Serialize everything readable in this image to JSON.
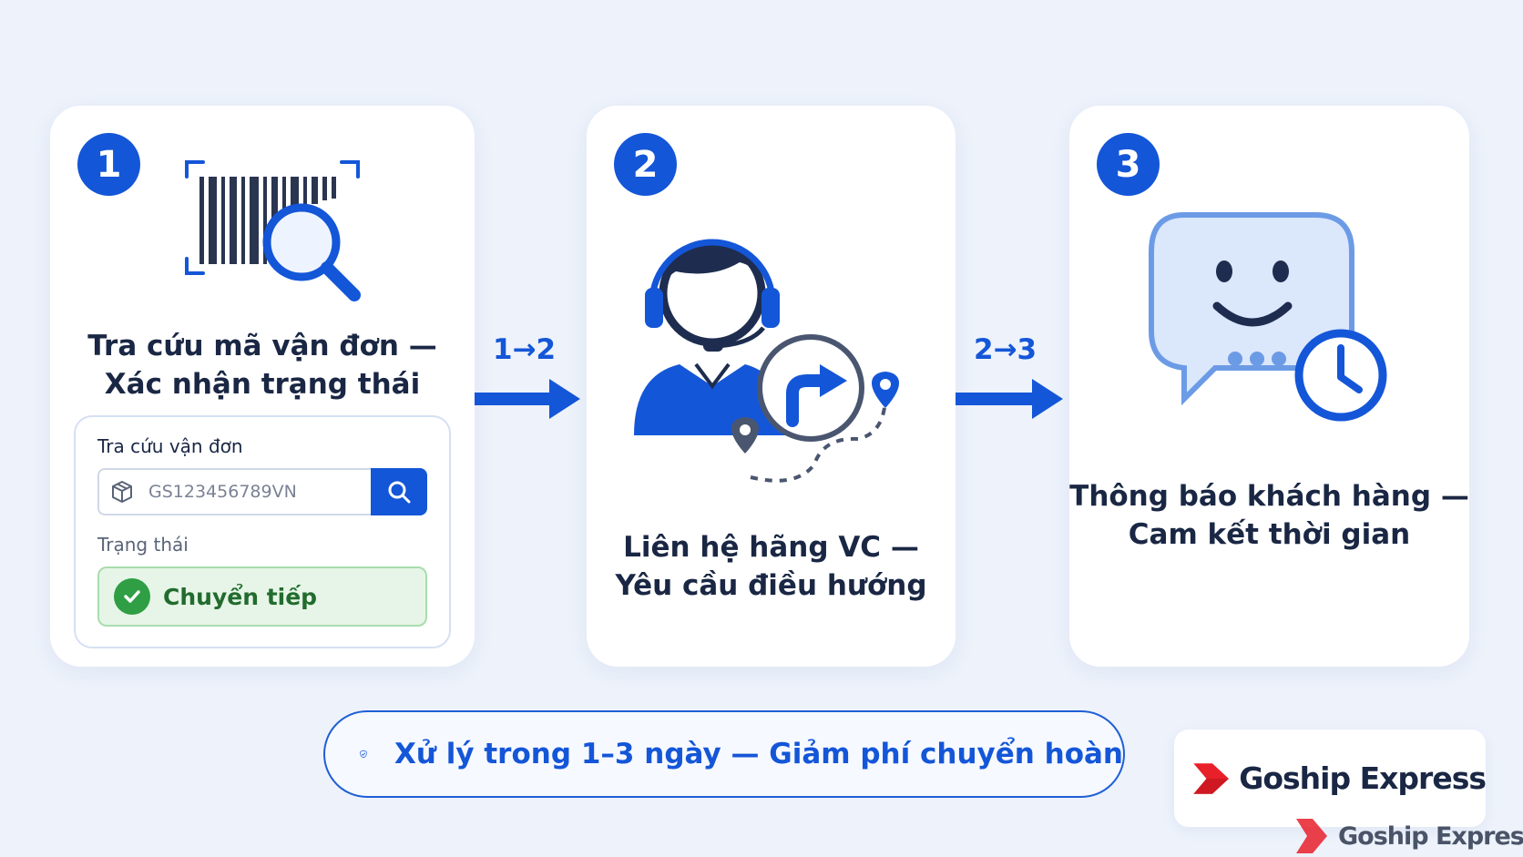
{
  "steps": [
    {
      "number": "1",
      "title_line1": "Tra cứu mã vận đơn —",
      "title_line2": "Xác nhận trạng thái",
      "icon": "barcode-search-icon"
    },
    {
      "number": "2",
      "title_line1": "Liên hệ hãng VC —",
      "title_line2": "Yêu cầu điều hướng",
      "icon": "support-agent-reroute-icon"
    },
    {
      "number": "3",
      "title_line1": "Thông báo khách hàng —",
      "title_line2": "Cam kết thời gian",
      "icon": "chat-clock-icon"
    }
  ],
  "transitions": [
    {
      "label": "1→2"
    },
    {
      "label": "2→3"
    }
  ],
  "lookup": {
    "label": "Tra cứu vận đơn",
    "tracking_value": "GS123456789VN",
    "status_label": "Trạng thái",
    "status_value": "Chuyển tiếp"
  },
  "footer": {
    "message": "Xử lý trong 1–3 ngày — Giảm phí chuyển hoàn"
  },
  "brand": {
    "name": "Goship Express",
    "name_watermark": "Goship Express"
  },
  "colors": {
    "primary": "#1456d8",
    "text": "#1a2744",
    "success": "#2f9e44",
    "brand_red": "#e8202a"
  }
}
